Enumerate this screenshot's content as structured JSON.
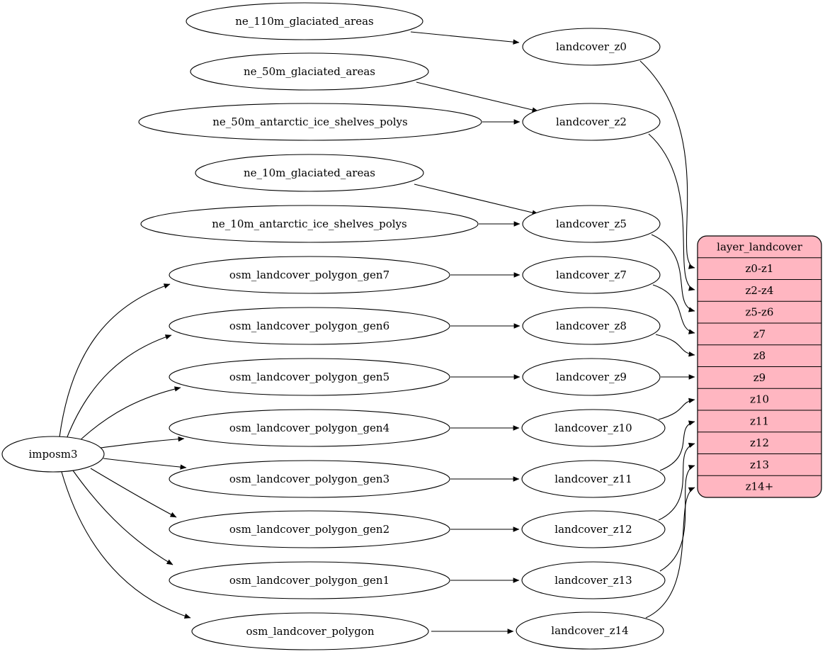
{
  "colors": {
    "background": "#ffffff",
    "node_fill": "#ffffff",
    "node_stroke": "#000000",
    "edge": "#000000",
    "table_fill": "#ffb6c1",
    "text": "#000000"
  },
  "nodes": {
    "imposm3": {
      "label": "imposm3"
    },
    "ne_110m_glaciated_areas": {
      "label": "ne_110m_glaciated_areas"
    },
    "ne_50m_glaciated_areas": {
      "label": "ne_50m_glaciated_areas"
    },
    "ne_50m_antarctic_ice_shelves_polys": {
      "label": "ne_50m_antarctic_ice_shelves_polys"
    },
    "ne_10m_glaciated_areas": {
      "label": "ne_10m_glaciated_areas"
    },
    "ne_10m_antarctic_ice_shelves_polys": {
      "label": "ne_10m_antarctic_ice_shelves_polys"
    },
    "osm_landcover_polygon_gen7": {
      "label": "osm_landcover_polygon_gen7"
    },
    "osm_landcover_polygon_gen6": {
      "label": "osm_landcover_polygon_gen6"
    },
    "osm_landcover_polygon_gen5": {
      "label": "osm_landcover_polygon_gen5"
    },
    "osm_landcover_polygon_gen4": {
      "label": "osm_landcover_polygon_gen4"
    },
    "osm_landcover_polygon_gen3": {
      "label": "osm_landcover_polygon_gen3"
    },
    "osm_landcover_polygon_gen2": {
      "label": "osm_landcover_polygon_gen2"
    },
    "osm_landcover_polygon_gen1": {
      "label": "osm_landcover_polygon_gen1"
    },
    "osm_landcover_polygon": {
      "label": "osm_landcover_polygon"
    },
    "landcover_z0": {
      "label": "landcover_z0"
    },
    "landcover_z2": {
      "label": "landcover_z2"
    },
    "landcover_z5": {
      "label": "landcover_z5"
    },
    "landcover_z7": {
      "label": "landcover_z7"
    },
    "landcover_z8": {
      "label": "landcover_z8"
    },
    "landcover_z9": {
      "label": "landcover_z9"
    },
    "landcover_z10": {
      "label": "landcover_z10"
    },
    "landcover_z11": {
      "label": "landcover_z11"
    },
    "landcover_z12": {
      "label": "landcover_z12"
    },
    "landcover_z13": {
      "label": "landcover_z13"
    },
    "landcover_z14": {
      "label": "landcover_z14"
    }
  },
  "table": {
    "title": "layer_landcover",
    "rows": [
      "z0-z1",
      "z2-z4",
      "z5-z6",
      "z7",
      "z8",
      "z9",
      "z10",
      "z11",
      "z12",
      "z13",
      "z14+"
    ]
  },
  "edges": [
    {
      "from": "imposm3",
      "to": "osm_landcover_polygon_gen7"
    },
    {
      "from": "imposm3",
      "to": "osm_landcover_polygon_gen6"
    },
    {
      "from": "imposm3",
      "to": "osm_landcover_polygon_gen5"
    },
    {
      "from": "imposm3",
      "to": "osm_landcover_polygon_gen4"
    },
    {
      "from": "imposm3",
      "to": "osm_landcover_polygon_gen3"
    },
    {
      "from": "imposm3",
      "to": "osm_landcover_polygon_gen2"
    },
    {
      "from": "imposm3",
      "to": "osm_landcover_polygon_gen1"
    },
    {
      "from": "imposm3",
      "to": "osm_landcover_polygon"
    },
    {
      "from": "ne_110m_glaciated_areas",
      "to": "landcover_z0"
    },
    {
      "from": "ne_50m_glaciated_areas",
      "to": "landcover_z2"
    },
    {
      "from": "ne_50m_antarctic_ice_shelves_polys",
      "to": "landcover_z2"
    },
    {
      "from": "ne_10m_glaciated_areas",
      "to": "landcover_z5"
    },
    {
      "from": "ne_10m_antarctic_ice_shelves_polys",
      "to": "landcover_z5"
    },
    {
      "from": "osm_landcover_polygon_gen7",
      "to": "landcover_z7"
    },
    {
      "from": "osm_landcover_polygon_gen6",
      "to": "landcover_z8"
    },
    {
      "from": "osm_landcover_polygon_gen5",
      "to": "landcover_z9"
    },
    {
      "from": "osm_landcover_polygon_gen4",
      "to": "landcover_z10"
    },
    {
      "from": "osm_landcover_polygon_gen3",
      "to": "landcover_z11"
    },
    {
      "from": "osm_landcover_polygon_gen2",
      "to": "landcover_z12"
    },
    {
      "from": "osm_landcover_polygon_gen1",
      "to": "landcover_z13"
    },
    {
      "from": "osm_landcover_polygon",
      "to": "landcover_z14"
    },
    {
      "from": "landcover_z0",
      "to": "layer_landcover.z0-z1"
    },
    {
      "from": "landcover_z2",
      "to": "layer_landcover.z2-z4"
    },
    {
      "from": "landcover_z5",
      "to": "layer_landcover.z5-z6"
    },
    {
      "from": "landcover_z7",
      "to": "layer_landcover.z7"
    },
    {
      "from": "landcover_z8",
      "to": "layer_landcover.z8"
    },
    {
      "from": "landcover_z9",
      "to": "layer_landcover.z9"
    },
    {
      "from": "landcover_z10",
      "to": "layer_landcover.z10"
    },
    {
      "from": "landcover_z11",
      "to": "layer_landcover.z11"
    },
    {
      "from": "landcover_z12",
      "to": "layer_landcover.z12"
    },
    {
      "from": "landcover_z13",
      "to": "layer_landcover.z13"
    },
    {
      "from": "landcover_z14",
      "to": "layer_landcover.z14+"
    }
  ]
}
